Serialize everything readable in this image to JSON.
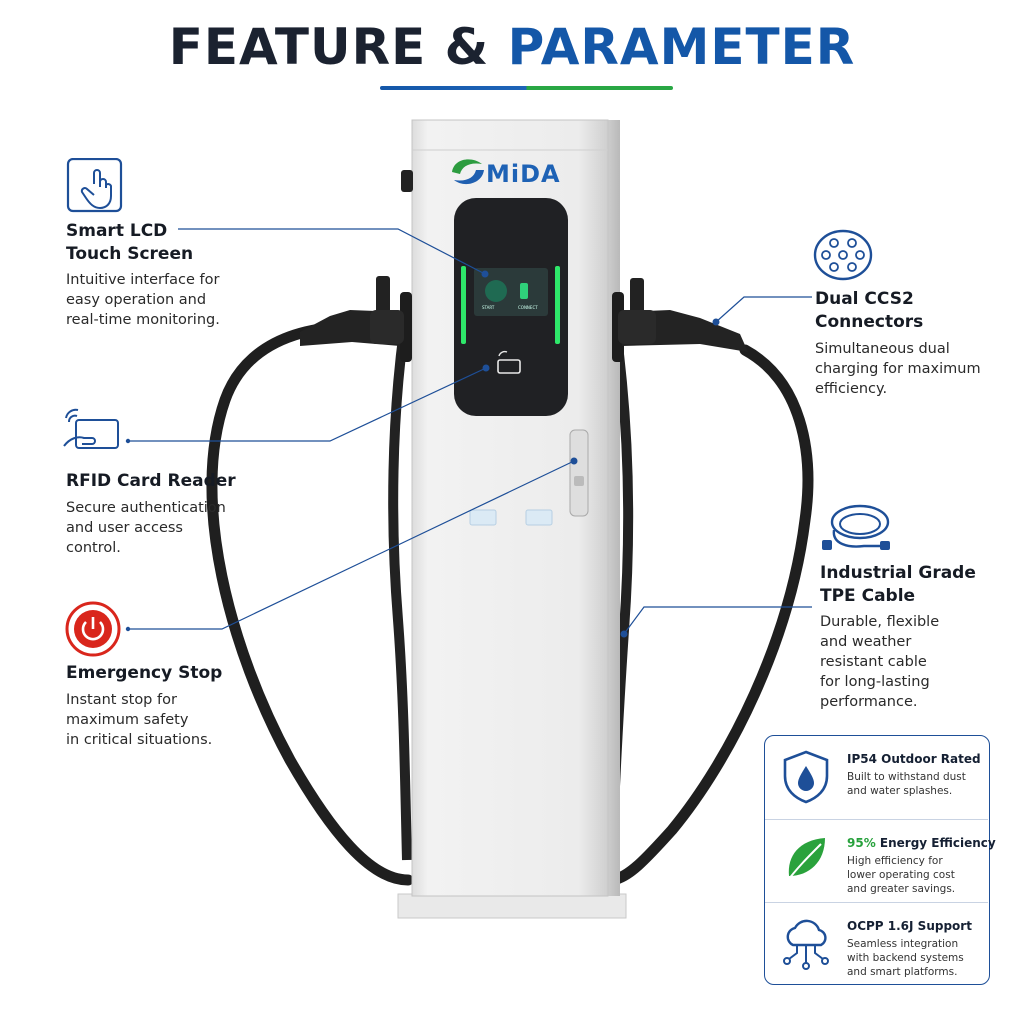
{
  "title": {
    "main": "FEATURE & ",
    "accent": "PARAMETER"
  },
  "brand": {
    "logo_text": "MiDA"
  },
  "screen": {
    "left_label": "START",
    "right_label": "CONNECT"
  },
  "features": {
    "lcd": {
      "title": "Smart LCD\nTouch Screen",
      "desc": "Intuitive interface for\neasy operation and\nreal-time monitoring."
    },
    "rfid": {
      "title": "RFID Card Reader",
      "desc": "Secure authentication\nand user access\ncontrol."
    },
    "estop": {
      "title": "Emergency Stop",
      "desc": "Instant stop for\nmaximum safety\nin critical situations."
    },
    "ccs2": {
      "title": "Dual CCS2\nConnectors",
      "desc": "Simultaneous dual\ncharging for maximum\nefficiency."
    },
    "cable": {
      "title": "Industrial Grade\nTPE Cable",
      "desc": "Durable, flexible\nand weather\nresistant cable\nfor long-lasting\nperformance."
    }
  },
  "specs": [
    {
      "title": "IP54 Outdoor Rated",
      "desc": "Built to withstand dust\nand water splashes.",
      "icon": "shield-water-icon"
    },
    {
      "title_accent": "95%",
      "title": " Energy Efficiency",
      "desc": "High efficiency for\nlower operating cost\nand greater savings.",
      "icon": "leaf-icon"
    },
    {
      "title": "OCPP 1.6J Support",
      "desc": "Seamless integration\nwith backend systems\nand smart platforms.",
      "icon": "cloud-network-icon"
    }
  ],
  "colors": {
    "navy": "#1b2230",
    "blue": "#1457a8",
    "green": "#29a744",
    "red": "#d9261c",
    "led": "#2ee86a"
  }
}
